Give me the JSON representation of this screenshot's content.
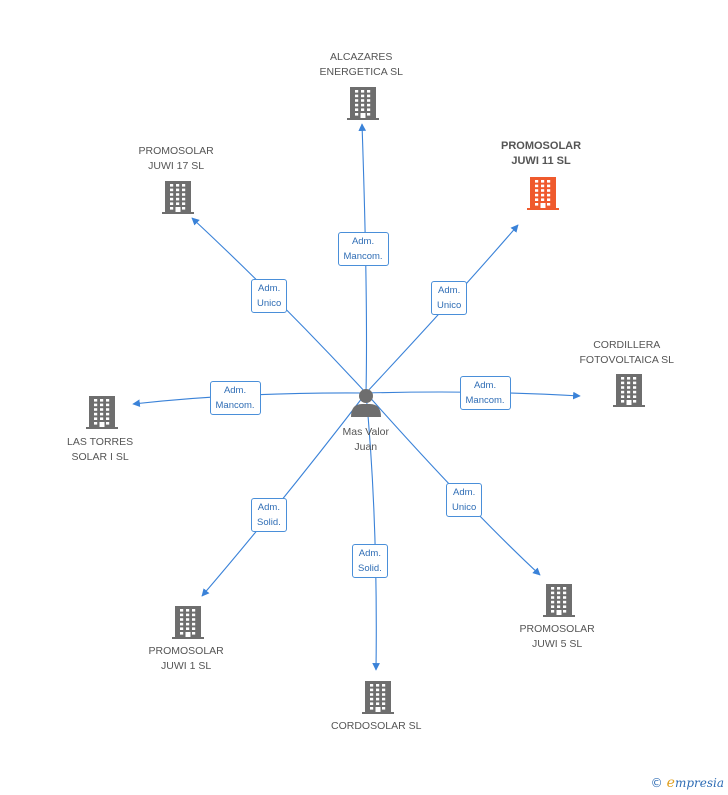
{
  "center": {
    "name_lines": [
      "Mas Valor",
      "Juan"
    ],
    "icon": "person-icon"
  },
  "colors": {
    "edge": "#3a82d8",
    "building": "#6e6e6e",
    "highlight": "#ef5a2d",
    "person": "#6e6e6e"
  },
  "companies": [
    {
      "id": "alcazares",
      "lines": [
        "ALCAZARES",
        "ENERGETICA SL"
      ],
      "highlight": false,
      "relation": [
        "Adm.",
        "Mancom."
      ]
    },
    {
      "id": "promosolar-juwi-11",
      "lines": [
        "PROMOSOLAR",
        "JUWI 11 SL"
      ],
      "highlight": true,
      "relation": [
        "Adm.",
        "Unico"
      ]
    },
    {
      "id": "promosolar-juwi-17",
      "lines": [
        "PROMOSOLAR",
        "JUWI 17 SL"
      ],
      "highlight": false,
      "relation": [
        "Adm.",
        "Unico"
      ]
    },
    {
      "id": "cordillera",
      "lines": [
        "CORDILLERA",
        "FOTOVOLTAICA SL"
      ],
      "highlight": false,
      "relation": [
        "Adm.",
        "Mancom."
      ]
    },
    {
      "id": "las-torres",
      "lines": [
        "LAS TORRES",
        "SOLAR I SL"
      ],
      "highlight": false,
      "relation": [
        "Adm.",
        "Mancom."
      ]
    },
    {
      "id": "promosolar-juwi-5",
      "lines": [
        "PROMOSOLAR",
        "JUWI 5 SL"
      ],
      "highlight": false,
      "relation": [
        "Adm.",
        "Unico"
      ]
    },
    {
      "id": "promosolar-juwi-1",
      "lines": [
        "PROMOSOLAR",
        "JUWI 1 SL"
      ],
      "highlight": false,
      "relation": [
        "Adm.",
        "Solid."
      ]
    },
    {
      "id": "cordosolar",
      "lines": [
        "CORDOSOLAR SL"
      ],
      "highlight": false,
      "relation": [
        "Adm.",
        "Solid."
      ]
    }
  ],
  "watermark": {
    "symbol": "©",
    "brand_initial": "e",
    "brand_rest": "mpresia"
  }
}
